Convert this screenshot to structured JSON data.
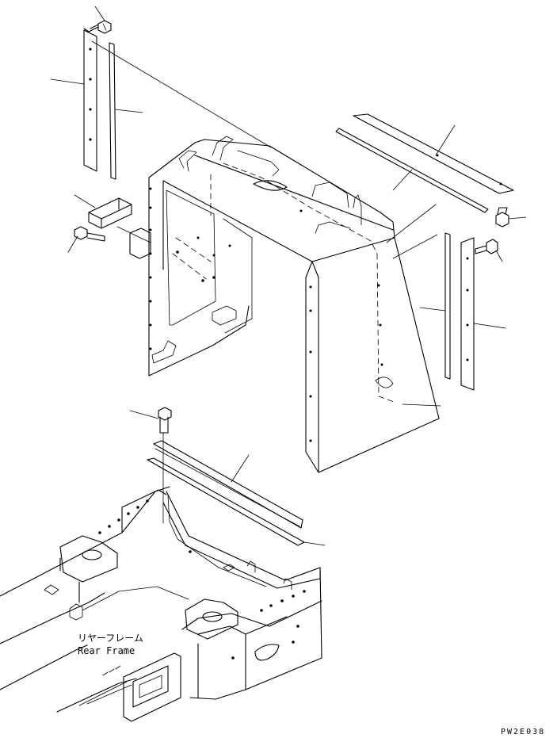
{
  "label_jp": "リヤーフレーム",
  "label_en": "Rear Frame",
  "drawing_code": "PW2E038"
}
